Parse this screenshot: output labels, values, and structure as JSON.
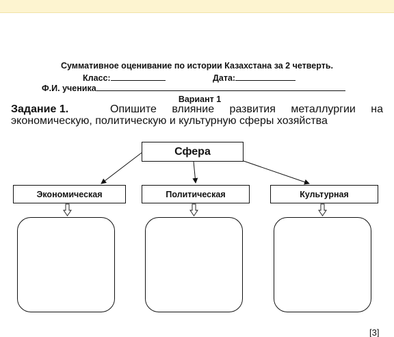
{
  "header": {
    "title": "Суммативное оценивание по истории Казахстана за 2 четверть.",
    "class_label": "Класс:",
    "date_label": "Дата:",
    "student_label": "Ф.И. ученика",
    "variant": "Вариант 1"
  },
  "task": {
    "label": "Задание 1.",
    "line1_words": [
      "Опишите",
      "влияние",
      "развития",
      "металлургии",
      "на"
    ],
    "line2": "экономическую, политическую и культурную сферы хозяйства"
  },
  "diagram": {
    "root": "Сфера",
    "categories": [
      "Экономическая",
      "Политическая",
      "Культурная"
    ]
  },
  "score": "[3]"
}
